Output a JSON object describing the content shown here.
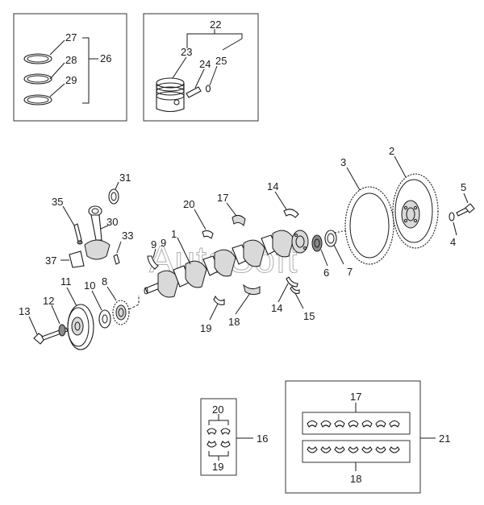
{
  "watermark": "AutoSoft",
  "callouts": {
    "n2": "2",
    "n3": "3",
    "n4": "4",
    "n5": "5",
    "n6": "6",
    "n7": "7",
    "n8": "8",
    "n9a": "9",
    "n9b": "9",
    "n10": "10",
    "n11": "11",
    "n12": "12",
    "n13": "13",
    "n14a": "14",
    "n14b": "14",
    "n15": "15",
    "n16": "16",
    "n17a": "17",
    "n17b": "17",
    "n18a": "18",
    "n18b": "18",
    "n19a": "19",
    "n19b": "19",
    "n20a": "20",
    "n20b": "20",
    "n21": "21",
    "n22": "22",
    "n23": "23",
    "n24": "24",
    "n25": "25",
    "n26": "26",
    "n27": "27",
    "n28": "28",
    "n29": "29",
    "n30": "30",
    "n31": "31",
    "n33": "33",
    "n35": "35",
    "n37": "37",
    "n1": "1"
  }
}
